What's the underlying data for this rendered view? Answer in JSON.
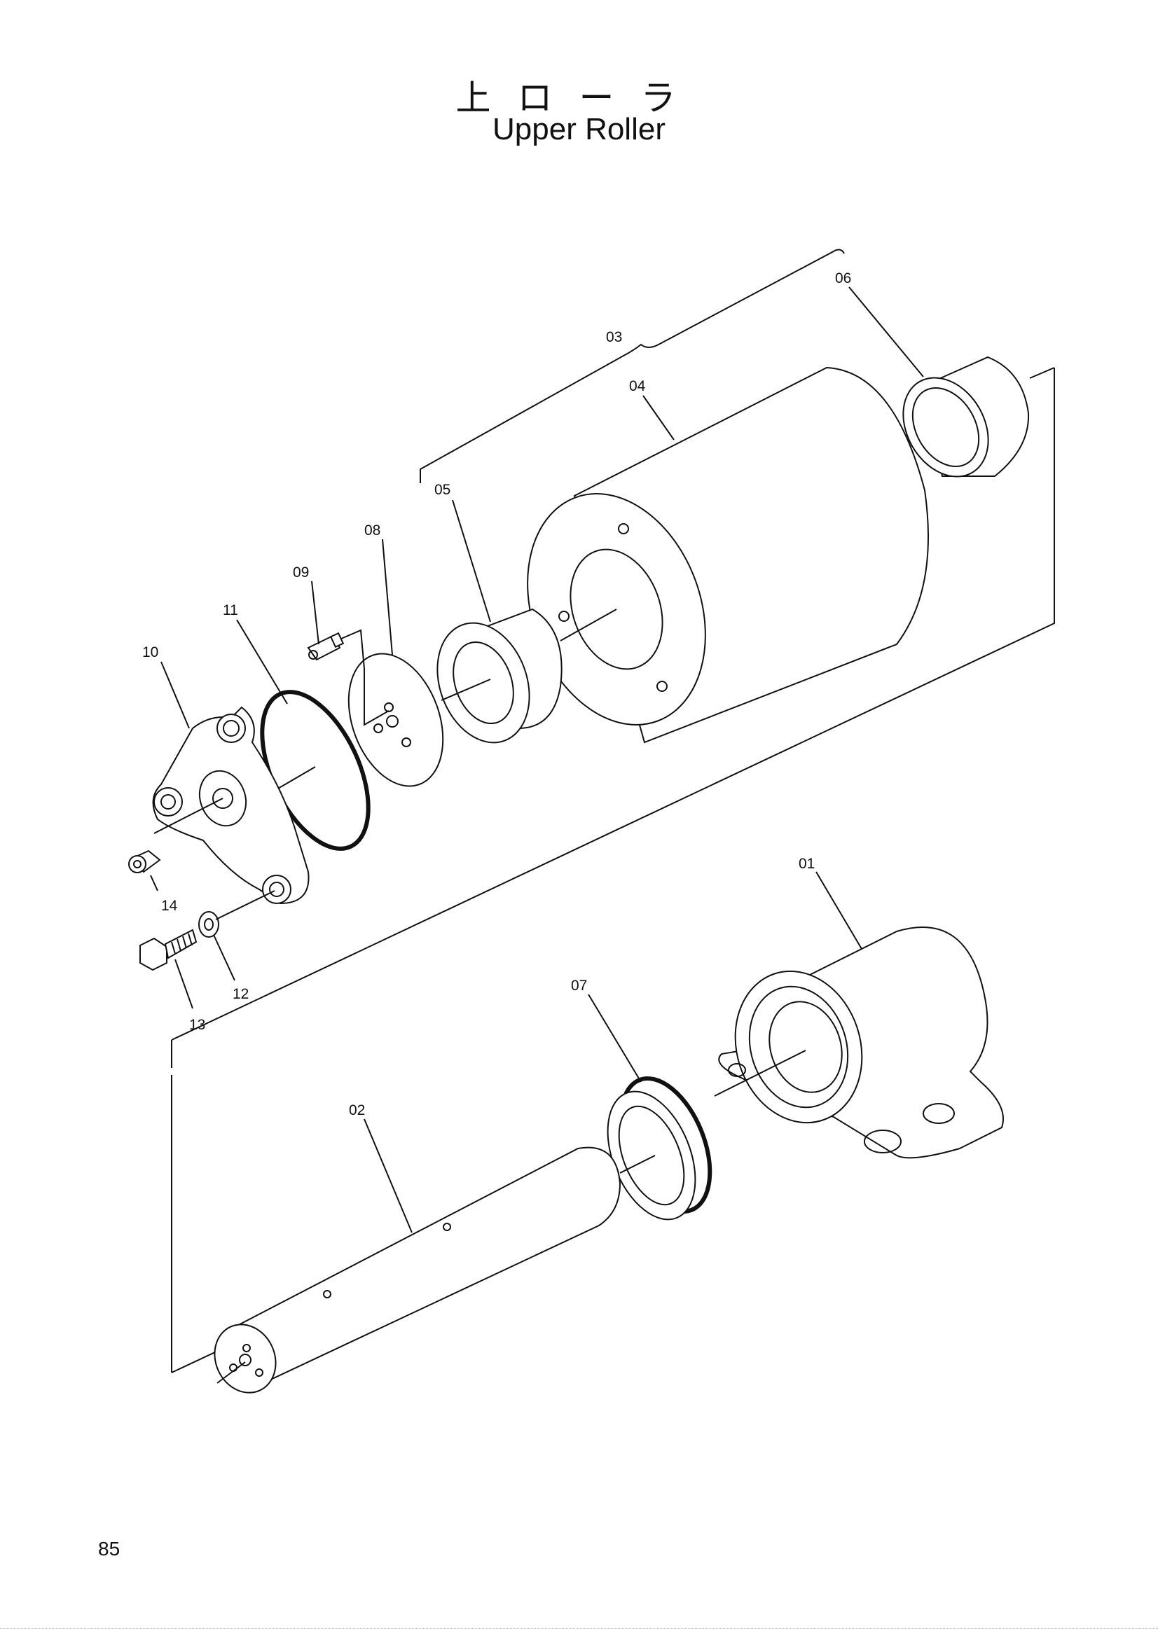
{
  "header": {
    "title_jp": "上ローラ",
    "title_en": "Upper Roller"
  },
  "callouts": {
    "p01": "01",
    "p02": "02",
    "p03": "03",
    "p04": "04",
    "p05": "05",
    "p06": "06",
    "p07": "07",
    "p08": "08",
    "p09": "09",
    "p10": "10",
    "p11": "11",
    "p12": "12",
    "p13": "13",
    "p14": "14"
  },
  "footer": {
    "page_number": "85"
  }
}
